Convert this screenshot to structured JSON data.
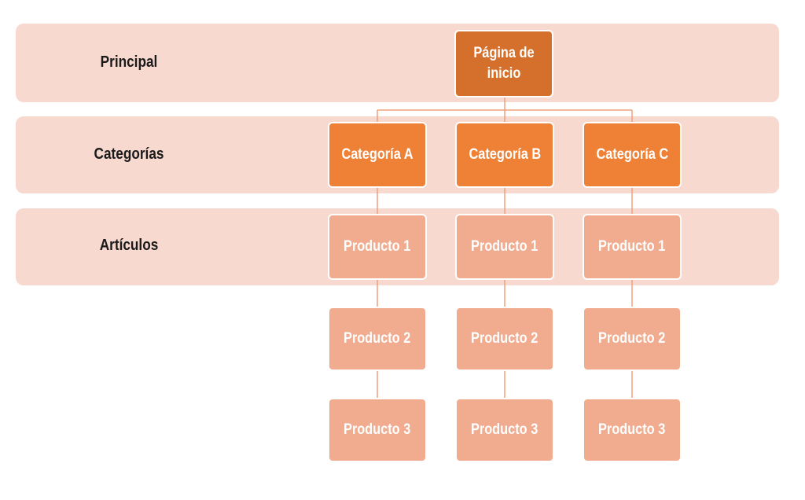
{
  "levels": {
    "principal": "Principal",
    "categories": "Categorías",
    "articles": "Artículos"
  },
  "root": {
    "label": "Página de inicio"
  },
  "categories": [
    {
      "label": "Categoría A",
      "products": [
        "Producto 1",
        "Producto 2",
        "Producto 3"
      ]
    },
    {
      "label": "Categoría B",
      "products": [
        "Producto 1",
        "Producto 2",
        "Producto 3"
      ]
    },
    {
      "label": "Categoría C",
      "products": [
        "Producto 1",
        "Producto 2",
        "Producto 3"
      ]
    }
  ],
  "colors": {
    "band": "#f7d9cf",
    "root": "#d4702c",
    "category": "#ef8136",
    "product": "#f1ab8f",
    "connector": "#f0a07c"
  }
}
